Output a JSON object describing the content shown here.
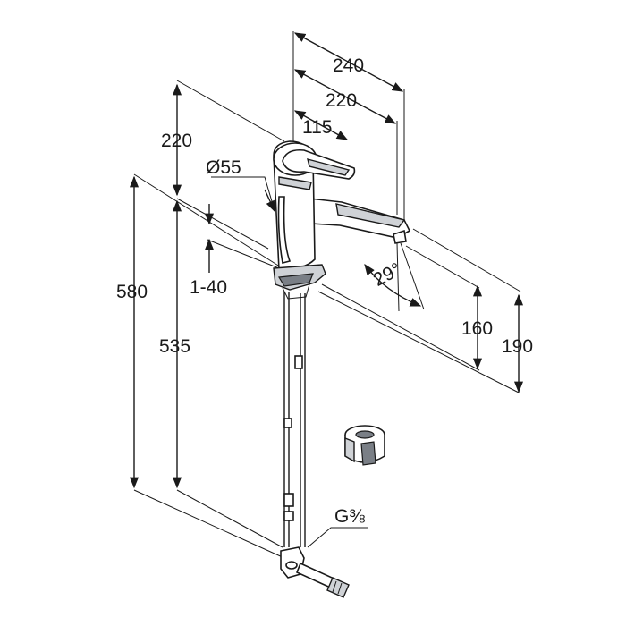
{
  "dimensions": {
    "width_240": "240",
    "width_220": "220",
    "width_115": "115",
    "height_220": "220",
    "diameter": "Ø55",
    "range_1_40": "1-40",
    "height_580": "580",
    "height_535": "535",
    "angle": "29°",
    "height_160": "160",
    "height_190": "190",
    "thread": "G⅜"
  },
  "colors": {
    "line": "#1a1a1a",
    "fill_light": "#cfd2d6",
    "fill_dark": "#7a7f86"
  }
}
